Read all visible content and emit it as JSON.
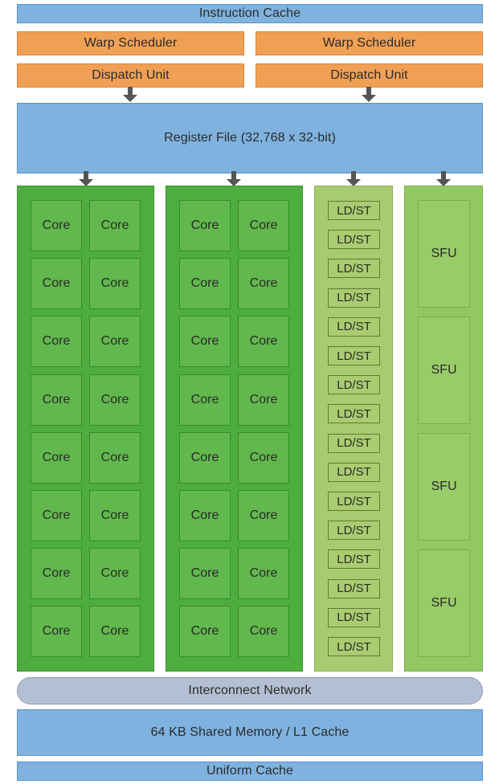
{
  "instruction_cache": "Instruction Cache",
  "schedulers": [
    {
      "warp": "Warp Scheduler",
      "dispatch": "Dispatch Unit"
    },
    {
      "warp": "Warp Scheduler",
      "dispatch": "Dispatch Unit"
    }
  ],
  "register_file": "Register File (32,768 x 32-bit)",
  "core_label": "Core",
  "core_columns": 2,
  "cores_per_column": 16,
  "ldst_label": "LD/ST",
  "ldst_count": 16,
  "sfu_label": "SFU",
  "sfu_count": 4,
  "interconnect": "Interconnect Network",
  "shared_memory": "64 KB Shared Memory / L1 Cache",
  "uniform_cache": "Uniform Cache",
  "colors": {
    "cache_blue": "#7fb2df",
    "scheduler_orange": "#f0a055",
    "core_green": "#4dae3f",
    "ldst_green": "#a8cb6f",
    "sfu_green": "#92c864",
    "interconnect_gray": "#b4bfd3"
  }
}
